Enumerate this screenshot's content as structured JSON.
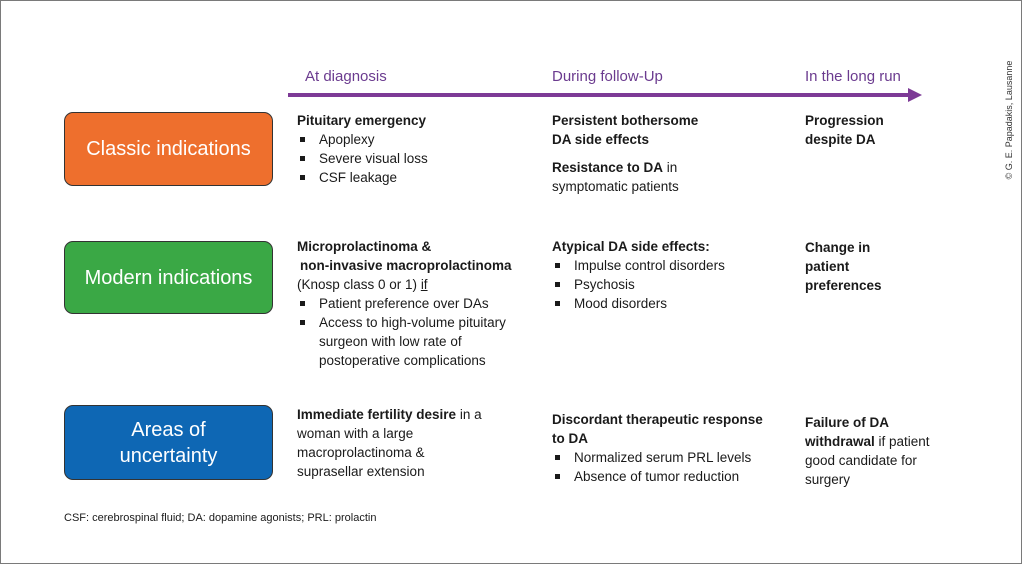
{
  "timeline": {
    "labels": [
      "At diagnosis",
      "During follow-Up",
      "In the long run"
    ],
    "arrow_color": "#7d3a96"
  },
  "categories": [
    {
      "label": "Classic indications",
      "color": "#ee6f2d"
    },
    {
      "label": "Modern indications",
      "color": "#3aa845"
    },
    {
      "label": "Areas of\nuncertainty",
      "color": "#0e67b4"
    }
  ],
  "cells": {
    "classic_diagnosis": {
      "heading": "Pituitary emergency",
      "bullets": [
        "Apoplexy",
        "Severe visual loss",
        "CSF leakage"
      ]
    },
    "classic_followup": {
      "heading": "Persistent bothersome",
      "heading2": "DA side effects",
      "resistance_bold": "Resistance to DA",
      "resistance_rest": " in",
      "resistance_line2": "symptomatic patients"
    },
    "classic_longrun": {
      "line1": "Progression",
      "line2": "despite DA"
    },
    "modern_diagnosis": {
      "heading1": "Microprolactinoma &",
      "heading2": "non-invasive macroprolactinoma",
      "knosp": "(Knosp class 0 or 1) ",
      "if_word": "if",
      "bullet1": "Patient preference over DAs",
      "bullet2_l1": "Access to high-volume pituitary",
      "bullet2_l2": "surgeon with low rate of",
      "bullet2_l3": "postoperative complications"
    },
    "modern_followup": {
      "heading": "Atypical DA side effects:",
      "bullets": [
        "Impulse control disorders",
        "Psychosis",
        "Mood disorders"
      ]
    },
    "modern_longrun": {
      "line1": "Change in",
      "line2": "patient",
      "line3": "preferences"
    },
    "uncertain_diagnosis": {
      "bold": "Immediate fertility desire",
      "rest": " in a",
      "line2": "woman with a large",
      "line3": "macroprolactinoma &",
      "line4": "suprasellar extension"
    },
    "uncertain_followup": {
      "heading1": "Discordant therapeutic response",
      "heading2": "to DA",
      "bullets": [
        "Normalized serum PRL levels",
        "Absence of tumor reduction"
      ]
    },
    "uncertain_longrun": {
      "bold1": "Failure of DA",
      "bold2": "withdrawal",
      "rest2": " if patient",
      "line3": "good candidate for",
      "line4": "surgery"
    }
  },
  "footnote": "CSF: cerebrospinal fluid; DA: dopamine agonists; PRL: prolactin",
  "credit": "© G. E. Papadakis, Lausanne"
}
